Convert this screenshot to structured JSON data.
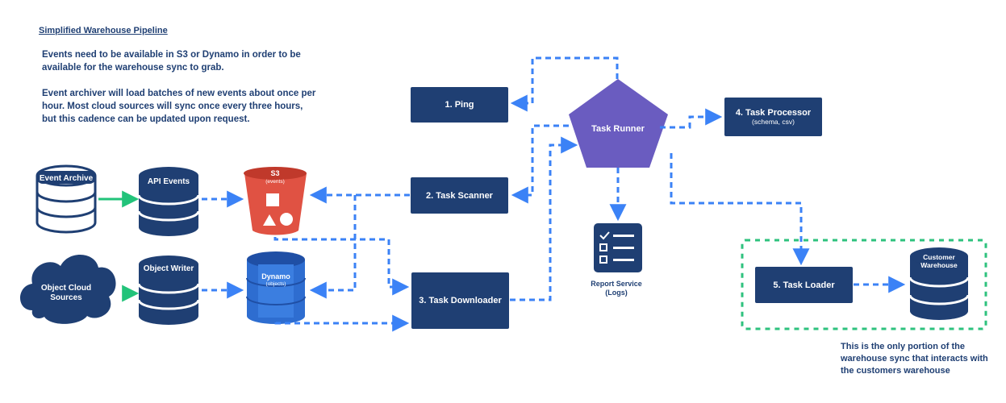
{
  "title": "Simplified Warehouse Pipeline",
  "intro_p1": "Events need to be available in S3 or Dynamo in order to be available for the warehouse sync to grab.",
  "intro_p2": "Event archiver will load batches of new events about once per hour. Most cloud sources will sync once every three hours, but this cadence can be updated upon request.",
  "sources": {
    "event_archive": "Event Archive",
    "object_cloud_line1": "Object Cloud",
    "object_cloud_line2": "Sources"
  },
  "databases": {
    "api_events": "API Events",
    "object_writer": "Object Writer",
    "customer_line1": "Customer",
    "customer_line2": "Warehouse"
  },
  "storage": {
    "s3": "S3",
    "s3_sub": "(events)",
    "dynamo": "Dynamo",
    "dynamo_sub": "(objects)"
  },
  "tasks": {
    "ping": "1. Ping",
    "scanner": "2. Task Scanner",
    "downloader": "3. Task Downloader",
    "processor": "4. Task Processor",
    "processor_sub": "(schema, csv)",
    "loader": "5. Task Loader",
    "runner": "Task Runner"
  },
  "report_service": {
    "line1": "Report Service",
    "line2": "(Logs)"
  },
  "note": "This is the only portion of the warehouse sync that interacts with the customers warehouse",
  "colors": {
    "navy": "#1f3f73",
    "purple": "#6a5cc0",
    "arrow_blue": "#3b82f6",
    "arrow_green": "#22c37a",
    "dashed_green": "#2ec27e",
    "s3_red": "#e05243",
    "dynamo_blue": "#2e6dd0"
  }
}
